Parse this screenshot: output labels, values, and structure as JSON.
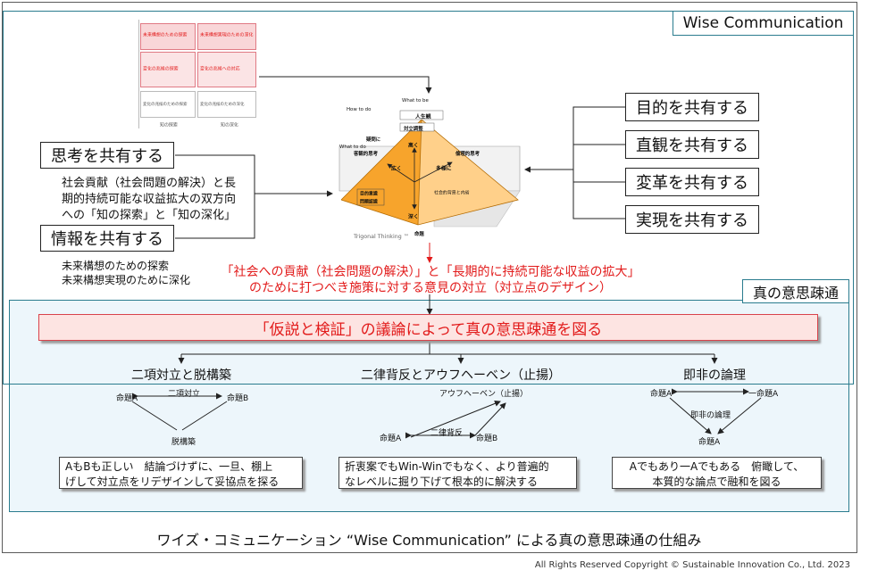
{
  "top_tag": "Wise Communication",
  "middle_tag": "真の意思疎通",
  "left_boxes": [
    {
      "label": "思考を共有する",
      "description": [
        "社会貢献（社会問題の解決）と長",
        "期的持続可能な収益拡大の双方向",
        "への「知の探索」と「知の深化」"
      ]
    },
    {
      "label": "情報を共有する",
      "description": [
        "未来構想のための探索",
        "未来構想実現のために深化"
      ]
    }
  ],
  "right_boxes": [
    "目的を共有する",
    "直観を共有する",
    "変革を共有する",
    "実現を共有する"
  ],
  "thumb_matrix": {
    "cells": [
      {
        "title": "未来構想のための探索"
      },
      {
        "title": "未来構想実現のための深化"
      },
      {
        "title": "変化の兆候の探索"
      },
      {
        "title": "変化の兆候への対応"
      },
      {
        "title": "変化の兆候のための探索"
      },
      {
        "title": "変化の兆候のための深化"
      }
    ],
    "bottom_labels": [
      "知の探索",
      "知の深化"
    ]
  },
  "pyramid": {
    "top_label": "人生観",
    "axis_top": "高く",
    "axis_wide": "広く",
    "axis_many": "多様に",
    "axis_deep": "深く",
    "left_panel": "客観的思考",
    "right_panel": "倫理的思考",
    "left_inner": [
      "目的意識",
      "問題認識"
    ],
    "center_note": "社会的背景と内省",
    "mid_labels": [
      "対立調整",
      "疑問に"
    ],
    "bottom_label": "命題",
    "side_labels": [
      "How to do",
      "What to do",
      "What to be"
    ],
    "brand": "Trigonal Thinking ™"
  },
  "red_statement": [
    "「社会への貢献（社会問題の解決）」と「長期的に持続可能な収益の拡大」",
    "のために打つべき施策に対する意見の対立（対立点のデザイン）"
  ],
  "banner": "「仮説と検証」の議論によって真の意思疎通を図る",
  "methods": [
    {
      "title": "二項対立と脱構築",
      "nodes": [
        "命題A",
        "二項対立",
        "命題B",
        "脱構築"
      ],
      "caption": [
        "AもBも正しい　結論づけずに、一旦、棚上",
        "げして対立点をリデザインして妥協点を探る"
      ]
    },
    {
      "title": "二律背反とアウフヘーベン（止揚）",
      "nodes": [
        "アウフヘーベン（止揚）",
        "命題A",
        "二律背反",
        "命題B"
      ],
      "caption": [
        "折衷案でもWin-Winでもなく、より普遍的",
        "なレベルに掘り下げて根本的に解決する"
      ]
    },
    {
      "title": "即非の論理",
      "nodes": [
        "命題A",
        "一命題A",
        "即非の論理",
        "命題A"
      ],
      "caption": [
        "Aでもあり一Aでもある　俯瞰して、",
        "本質的な論点で融和を図る"
      ]
    }
  ],
  "footer_title": "ワイズ・コミュニケーション “Wise Communication” による真の意思疎通の仕組み",
  "copyright": "All Rights Reserved Copyright © Sustainable Innovation Co., Ltd. 2023",
  "colors": {
    "accent_teal": "#2a7c8e",
    "panel_fill": "#edf6fb",
    "red": "#e21b1b",
    "banner_fill": "#fde4e2",
    "pyramid_orange": "#f7a42c"
  }
}
